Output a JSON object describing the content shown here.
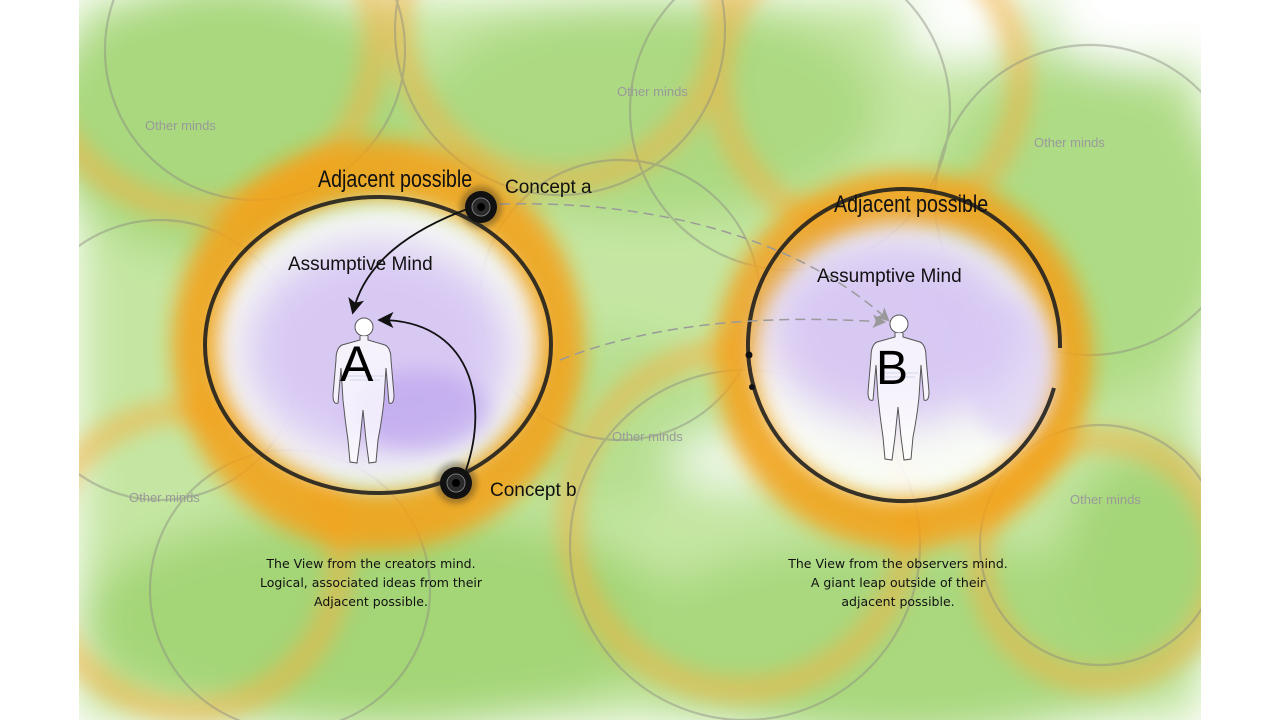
{
  "colors": {
    "background": "#ffffff",
    "paper_green": "#a8d878",
    "halo_orange": "#f5a623",
    "mind_purple": "#c9b6f0",
    "ink": "#111111",
    "faint_label": "#9a9a9a"
  },
  "other_minds_label": "Other minds",
  "mind_a": {
    "adjacent_label": "Adjacent possible",
    "assumptive_label": "Assumptive Mind",
    "letter": "A",
    "concept_a": "Concept a",
    "concept_b": "Concept b",
    "caption": [
      "The View from the creators mind.",
      "Logical, associated ideas from their",
      "Adjacent possible."
    ]
  },
  "mind_b": {
    "adjacent_label": "Adjacent possible",
    "assumptive_label": "Assumptive Mind",
    "letter": "B",
    "caption": [
      "The View from the observers mind.",
      "A giant leap outside of their",
      "adjacent possible."
    ]
  },
  "icons": {
    "person_a": "person-outline-icon",
    "person_b": "person-outline-icon",
    "concept_dot": "ink-blot-icon"
  }
}
